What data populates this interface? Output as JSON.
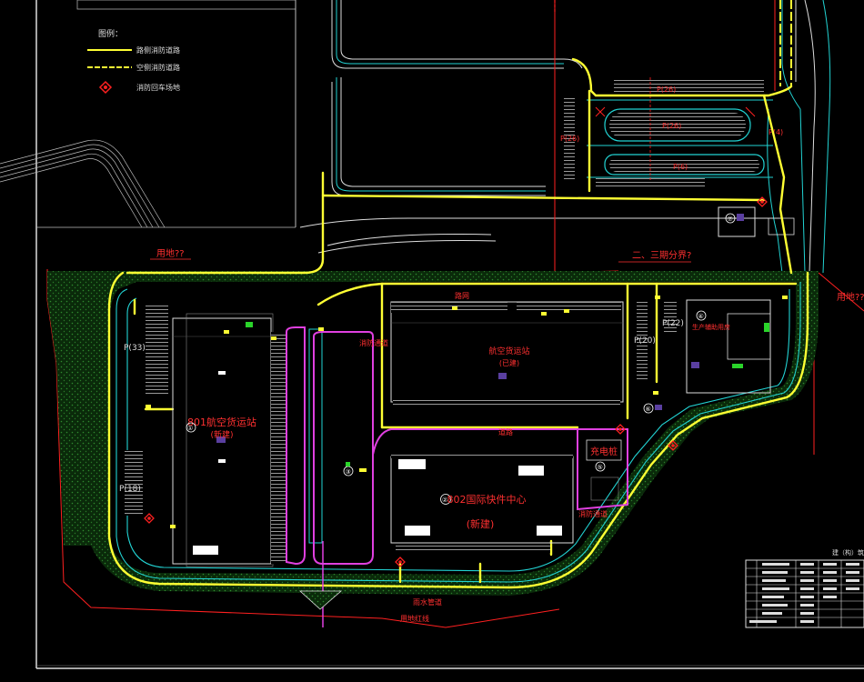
{
  "legend": {
    "title": "图例：",
    "items": [
      {
        "label": "路侧消防道路",
        "color": "#ffff33"
      },
      {
        "label": "空侧消防道路",
        "color": "#ffff33"
      },
      {
        "label": "消防回车场地",
        "color": "#ff2222"
      }
    ]
  },
  "labels": {
    "land_left": "用地??",
    "land_right": "用地??",
    "phase_boundary": "二、三期分界?",
    "building_801": "801航空货运站",
    "building_801_status": "(新建)",
    "building_802": "802国际快件中心",
    "building_802_status": "(新建)",
    "existing_cargo": "航空货运站",
    "existing_status": "(已建)",
    "charging_station": "充电桩",
    "fire_lane_1": "消防通道",
    "fire_lane_2": "消防通道",
    "road_label_top": "路网",
    "road_label_mid": "道路",
    "redline": "用地红线",
    "drainage": "雨水管道",
    "parking_33": "P(33)",
    "parking_18": "P(18)",
    "parking_20": "P(20)",
    "parking_22": "P(22)",
    "parking_top1": "P(26)",
    "parking_top2": "P(26)",
    "parking_top3": "P(6)",
    "parking_left": "P(26)",
    "parking_right": "P(4)",
    "num_1": "①",
    "num_2": "②",
    "num_4": "④",
    "num_5": "⑤",
    "num_6": "⑥",
    "num_7": "⑦",
    "num_3": "③",
    "building_4": "生产辅助用房",
    "table_title": "建（构）筑物"
  },
  "colors": {
    "yellow": "#ffff33",
    "cyan": "#22d3d3",
    "magenta": "#e040e0",
    "red": "#ff2020",
    "white": "#ffffff",
    "green": "#1e6a1e"
  }
}
